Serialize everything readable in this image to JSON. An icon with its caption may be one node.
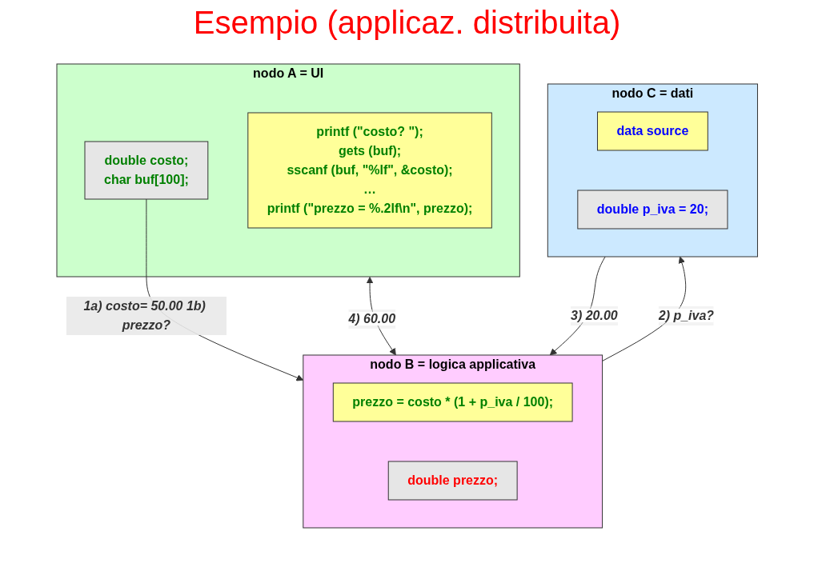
{
  "diagram": {
    "title": "Esempio (applicaz. distribuita)",
    "nodes": [
      {
        "text": [
          "nodo A = UI"
        ]
      },
      {
        "text": [
          "printf (\"costo? \");",
          "gets (buf);",
          "sscanf (buf, \"%lf\", &costo);",
          "…",
          "printf (\"prezzo = %.2lf\\n\", prezzo);"
        ],
        "in": 0
      },
      {
        "text": [
          "double costo;",
          "char buf[100];"
        ],
        "in": 0
      },
      {
        "text": [
          "nodo B = logica applicativa"
        ]
      },
      {
        "text": [
          "prezzo = costo * (1 + p_iva / 100);"
        ],
        "in": 3
      },
      {
        "text": [
          "double prezzo;"
        ],
        "in": 3
      },
      {
        "text": [
          "nodo C = dati"
        ]
      },
      {
        "text": [
          "data source"
        ],
        "in": 6
      },
      {
        "text": [
          "double p_iva = 20;"
        ],
        "in": 6
      }
    ],
    "edges": [
      {
        "from": 2,
        "to": 3,
        "arrow": "to",
        "label": "1a) costo= 50.00 1b) prezzo?"
      },
      {
        "from": 0,
        "to": 3,
        "arrow": "both",
        "label": "4) 60.00"
      },
      {
        "from": 6,
        "to": 3,
        "arrow": "to",
        "label": "3) 20.00"
      },
      {
        "from": 3,
        "to": 6,
        "arrow": "to",
        "label": "2) p_iva?"
      }
    ]
  }
}
